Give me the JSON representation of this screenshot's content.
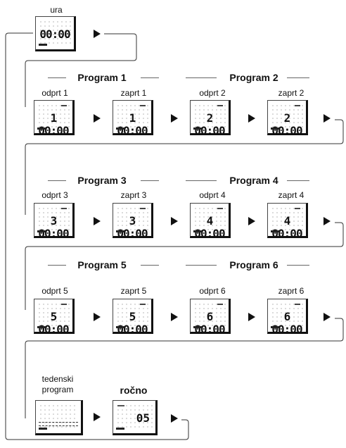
{
  "ura": {
    "label": "ura",
    "display": "00:00"
  },
  "groups": [
    {
      "left_title": "Program 1",
      "right_title": "Program 2",
      "cells": [
        {
          "label": "odprt 1",
          "display": "1 00:00"
        },
        {
          "label": "zaprt 1",
          "display": "1 00:00"
        },
        {
          "label": "odprt 2",
          "display": "2 00:00"
        },
        {
          "label": "zaprt 2",
          "display": "2 00:00"
        }
      ]
    },
    {
      "left_title": "Program 3",
      "right_title": "Program 4",
      "cells": [
        {
          "label": "odprt 3",
          "display": "3 00:00"
        },
        {
          "label": "zaprt 3",
          "display": "3 00:00"
        },
        {
          "label": "odprt 4",
          "display": "4 00:00"
        },
        {
          "label": "zaprt 4",
          "display": "4 00:00"
        }
      ]
    },
    {
      "left_title": "Program 5",
      "right_title": "Program 6",
      "cells": [
        {
          "label": "odprt 5",
          "display": "5 00:00"
        },
        {
          "label": "zaprt 5",
          "display": "5 00:00"
        },
        {
          "label": "odprt 6",
          "display": "6 00:00"
        },
        {
          "label": "zaprt 6",
          "display": "6 00:00"
        }
      ]
    }
  ],
  "tedenski": {
    "label_line1": "tedenski",
    "label_line2": "program"
  },
  "rocno": {
    "label": "ročno",
    "display": "05"
  }
}
